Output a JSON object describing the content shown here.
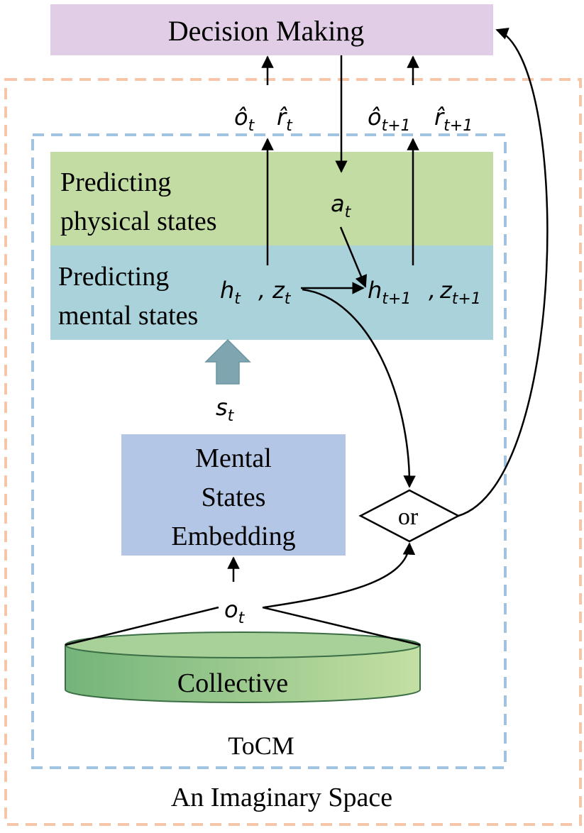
{
  "title_box": {
    "label": "Decision Making"
  },
  "outer_frame": {
    "label": "An Imaginary Space"
  },
  "inner_frame": {
    "label": "ToCM"
  },
  "bands": {
    "physical": {
      "line1": "Predicting",
      "line2": "physical states"
    },
    "mental": {
      "line1": "Predicting",
      "line2": "mental states"
    }
  },
  "embedding_box": {
    "line1": "Mental",
    "line2": "States",
    "line3": "Embedding"
  },
  "collective": {
    "label": "Collective"
  },
  "decision_node": {
    "label": "or"
  },
  "symbols": {
    "o_hat_t": {
      "base": "ô",
      "sub": "t"
    },
    "r_hat_t": {
      "base": "r̂",
      "sub": "t"
    },
    "o_hat_t1": {
      "base": "ô",
      "sub": "t+1"
    },
    "r_hat_t1": {
      "base": "r̂",
      "sub": "t+1"
    },
    "a_t": {
      "base": "a",
      "sub": "t"
    },
    "h_t": {
      "base": "h",
      "sub": "t"
    },
    "comma": ",",
    "z_t": {
      "base": "z",
      "sub": "t"
    },
    "h_t1": {
      "base": "h",
      "sub": "t+1"
    },
    "z_t1": {
      "base": "z",
      "sub": "t+1"
    },
    "s_t": {
      "base": "s",
      "sub": "t"
    },
    "o_t": {
      "base": "o",
      "sub": "t"
    }
  },
  "colors": {
    "decision_fill": "#e2cde6",
    "physical_fill": "#c2dca3",
    "mental_fill": "#a9d2da",
    "embedding_fill": "#b4c6e6",
    "outer_dash": "#f5c6a8",
    "inner_dash": "#9fc3e0",
    "input_arrow": "#7fa6b0",
    "collective_left": "#74b47a",
    "collective_right": "#c4dfa3"
  }
}
